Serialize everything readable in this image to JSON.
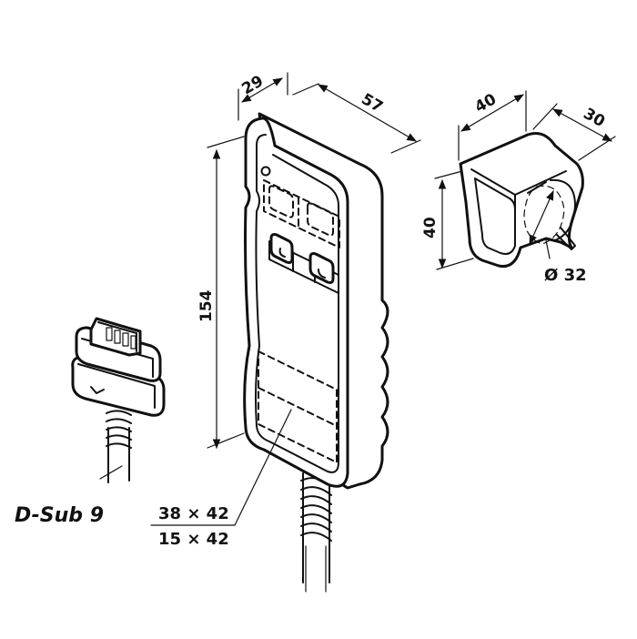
{
  "dimensions": {
    "pendant_depth": "29",
    "pendant_width": "57",
    "pendant_height": "154",
    "holder_width": "40",
    "holder_depth": "30",
    "holder_height": "40",
    "holder_bore": "Ø 32"
  },
  "labels": {
    "connector": "D-Sub 9",
    "window_size_top": "38 × 42",
    "window_size_bottom": "15 × 42"
  }
}
